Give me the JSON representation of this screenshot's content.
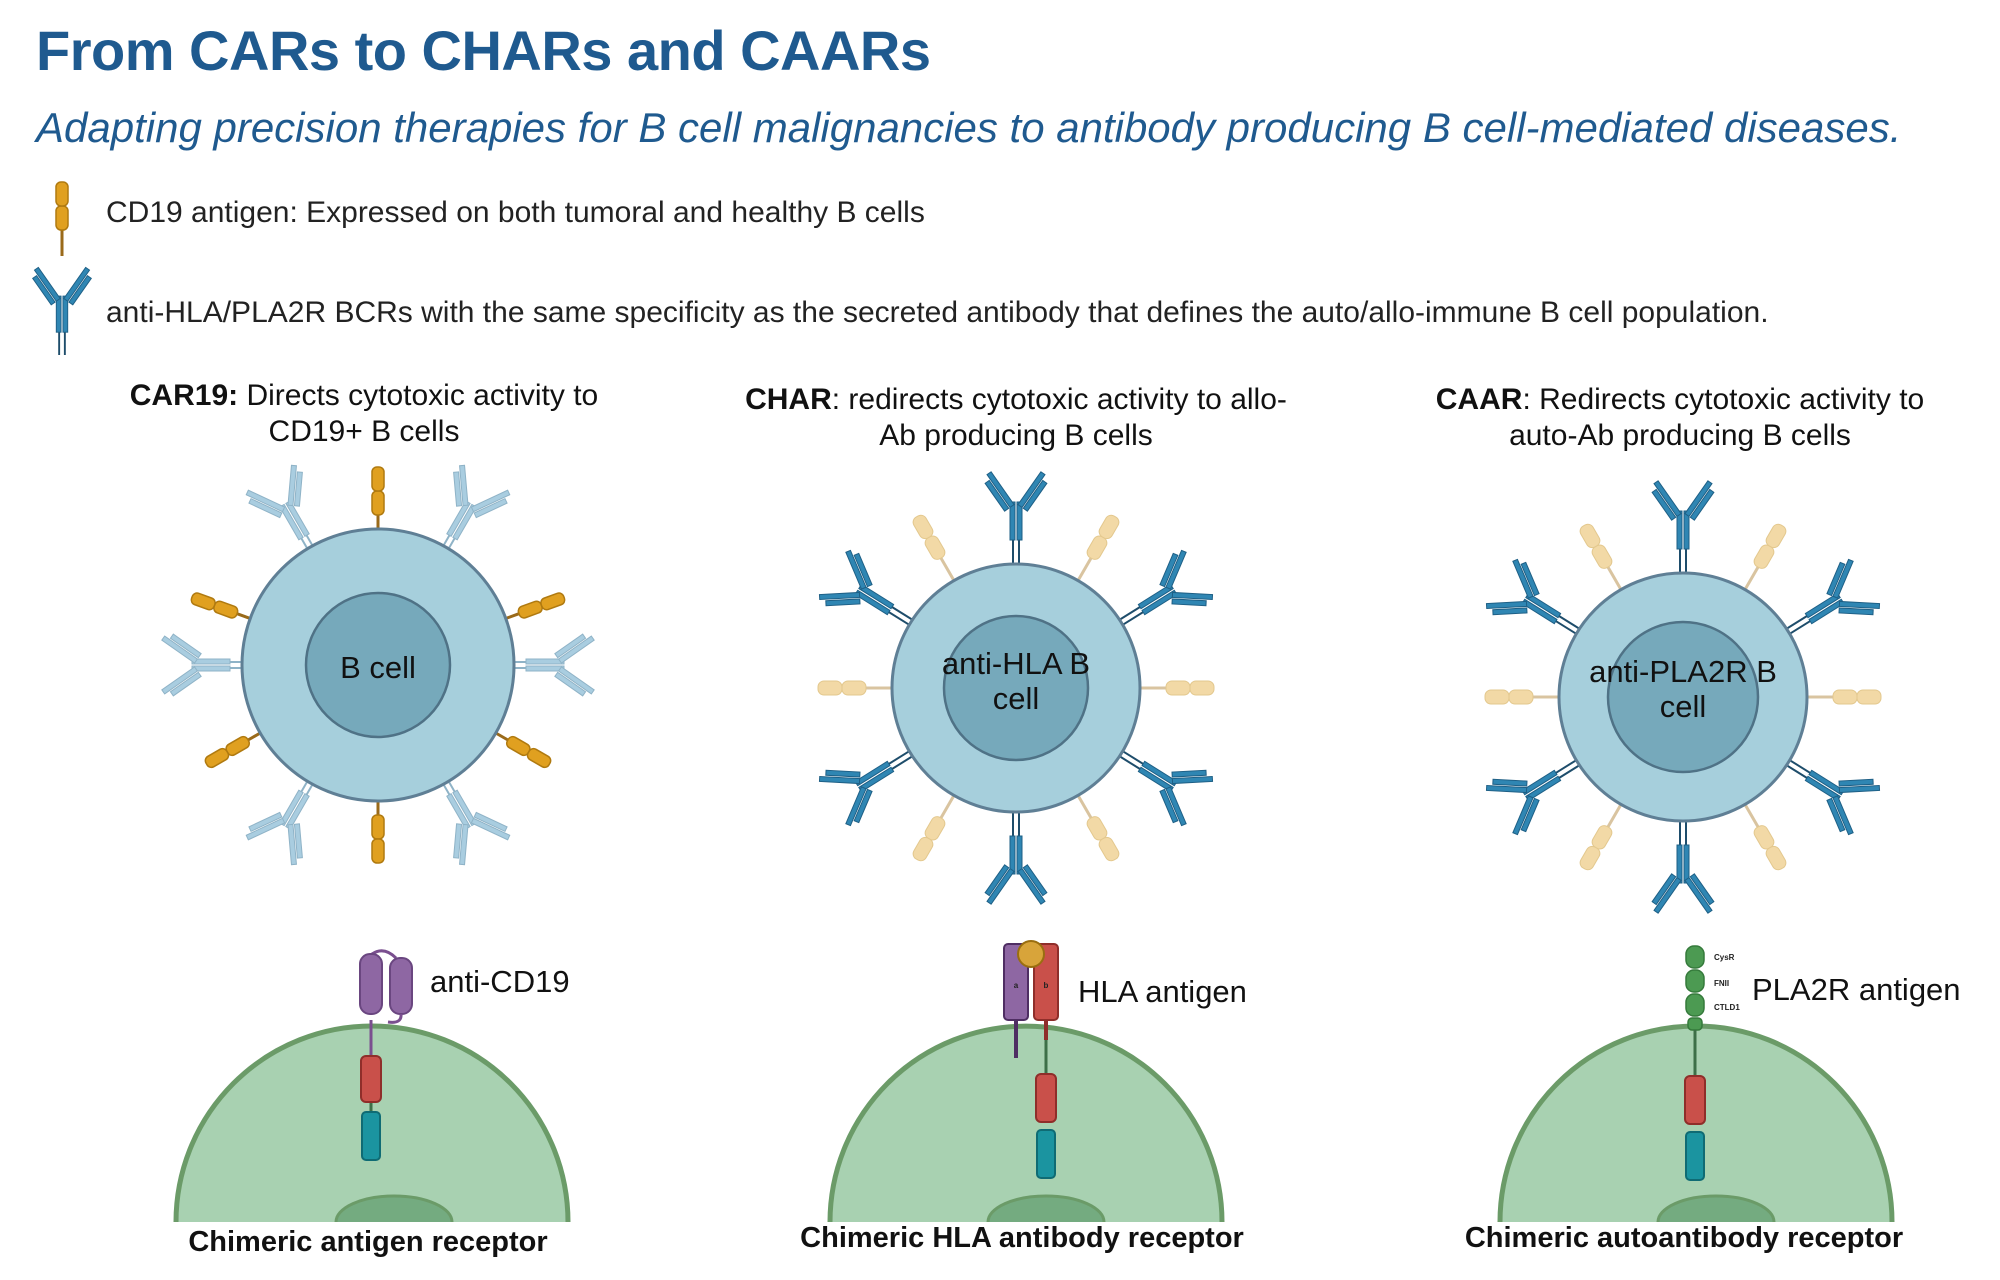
{
  "header": {
    "title": "From CARs to CHARs and CAARs",
    "subtitle": "Adapting precision therapies for B cell malignancies to antibody producing B cell-mediated diseases."
  },
  "legend": {
    "cd19": "CD19 antigen: Expressed on both tumoral and healthy B cells",
    "bcr": "anti-HLA/PLA2R BCRs with the same specificity as the secreted antibody that defines the auto/allo-immune B cell population."
  },
  "columns": [
    {
      "head_bold": "CAR19:",
      "head_rest": " Directs cytotoxic activity to CD19+ B cells",
      "cell_label": "B cell",
      "receptor_label": "anti-CD19",
      "footer": "Chimeric antigen receptor"
    },
    {
      "head_bold": "CHAR",
      "head_rest": ": redirects cytotoxic activity to allo-Ab producing B cells",
      "cell_label": "anti-HLA B cell",
      "receptor_label": "HLA antigen",
      "footer": "Chimeric HLA antibody receptor",
      "chain_a": "a",
      "chain_b": "b"
    },
    {
      "head_bold": "CAAR",
      "head_rest": ": Redirects cytotoxic activity to auto-Ab producing B cells",
      "cell_label": "anti-PLA2R B cell",
      "receptor_label": "PLA2R antigen",
      "footer": "Chimeric autoantibody receptor",
      "domains": [
        "CysR",
        "FNII",
        "CTLD1"
      ]
    }
  ],
  "colors": {
    "title": "#1f5a8f",
    "cell_fill": "#a6cfdc",
    "nucleus_fill": "#76a9bb",
    "cd19": "#e0a020",
    "bcr": "#2f86b3",
    "bcr_faded": "#a9cde0",
    "hla_faded": "#f2d9a6",
    "tcell_fill": "#a8d1b1",
    "tcell_border": "#6b9b68"
  }
}
